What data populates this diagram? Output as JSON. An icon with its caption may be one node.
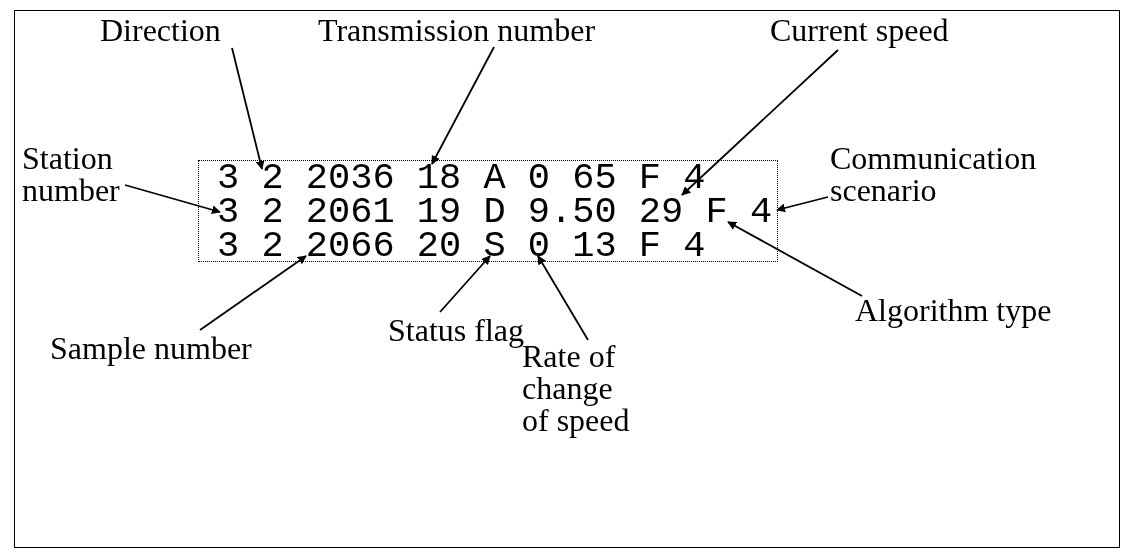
{
  "diagram": {
    "nodes": [
      {
        "text": [
          "Direction"
        ]
      },
      {
        "text": [
          "Transmission number"
        ]
      },
      {
        "text": [
          "Current speed"
        ]
      },
      {
        "text": [
          "Station number"
        ]
      },
      {
        "text": [
          "3 2 2036 18 A 0 65 F 4",
          "3 2 2061 19 D 9.50 29 F 4",
          "3 2 2066 20 S 0 13 F 4"
        ]
      },
      {
        "text": [
          "Communication scenario"
        ]
      },
      {
        "text": [
          "Algorithm type"
        ]
      },
      {
        "text": [
          "Sample number"
        ]
      },
      {
        "text": [
          "Status flag"
        ]
      },
      {
        "text": [
          "Rate of change of speed"
        ]
      }
    ],
    "edges": [
      {
        "from": 0,
        "to": 4,
        "arrow": "to"
      },
      {
        "from": 1,
        "to": 4,
        "arrow": "to"
      },
      {
        "from": 2,
        "to": 4,
        "arrow": "to"
      },
      {
        "from": 3,
        "to": 4,
        "arrow": "to"
      },
      {
        "from": 5,
        "to": 4,
        "arrow": "to"
      },
      {
        "from": 6,
        "to": 4,
        "arrow": "to"
      },
      {
        "from": 7,
        "to": 4,
        "arrow": "to"
      },
      {
        "from": 8,
        "to": 4,
        "arrow": "to"
      },
      {
        "from": 9,
        "to": 4,
        "arrow": "to"
      }
    ]
  }
}
